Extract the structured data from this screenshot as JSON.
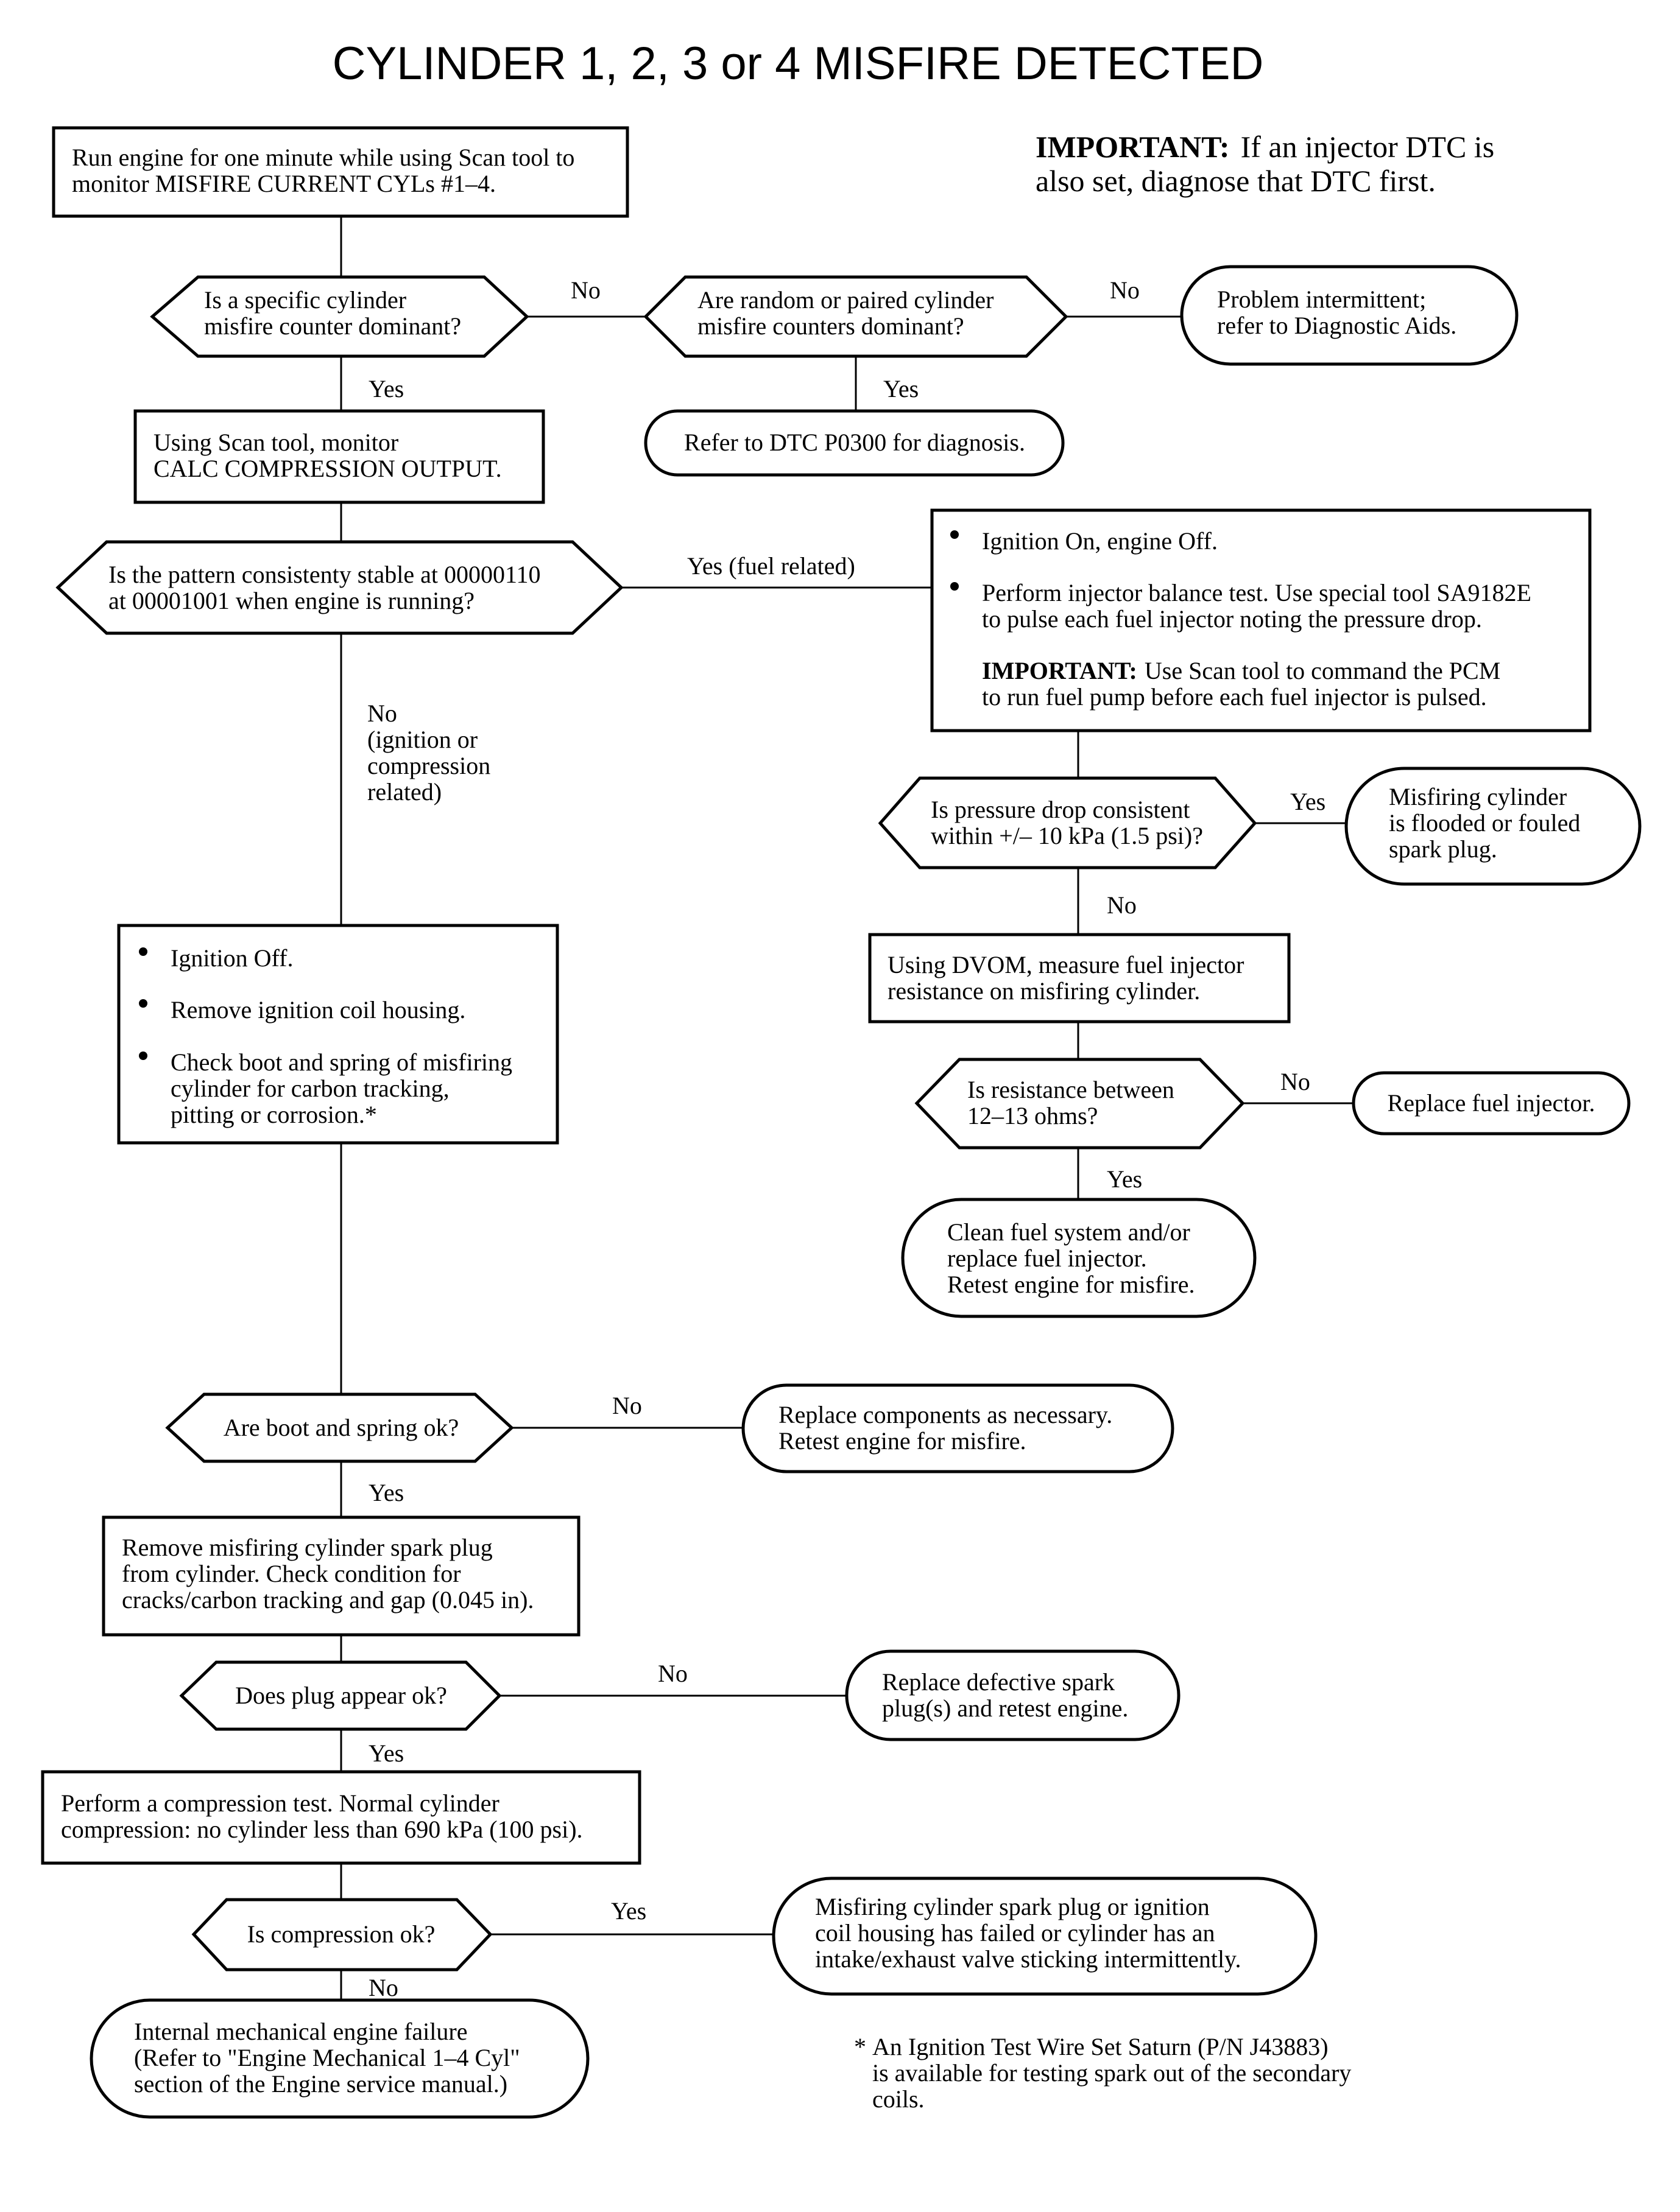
{
  "title": "CYLINDER 1, 2, 3 or 4 MISFIRE DETECTED",
  "important_note": {
    "label": "IMPORTANT:",
    "line1": "If an injector DTC is",
    "line2": "also set, diagnose that DTC first."
  },
  "steps": {
    "run_engine": [
      "Run engine for one minute while using Scan tool to",
      "monitor MISFIRE CURRENT CYLs #1–4."
    ],
    "specific_cylinder": [
      "Is a specific cylinder",
      "misfire counter dominant?"
    ],
    "random_paired": [
      "Are random or paired cylinder",
      "misfire counters dominant?"
    ],
    "intermittent": [
      "Problem intermittent;",
      "refer to Diagnostic Aids."
    ],
    "refer_p0300": [
      "Refer to DTC P0300 for diagnosis."
    ],
    "calc_compression": [
      "Using Scan tool, monitor",
      "CALC COMPRESSION OUTPUT."
    ],
    "pattern_stable": [
      "Is the pattern consistenty stable at 00000110",
      "at 00001001 when engine is running?"
    ],
    "fuel_box": {
      "bullet1": "Ignition On, engine Off.",
      "bullet2": [
        "Perform injector balance test. Use special tool SA9182E",
        "to pulse each fuel injector noting the pressure drop."
      ],
      "important_label": "IMPORTANT:",
      "important_text": [
        "Use Scan tool to command the PCM",
        "to run fuel pump before each fuel injector is pulsed."
      ]
    },
    "pressure_drop": [
      "Is pressure drop consistent",
      "within +/– 10 kPa (1.5 psi)?"
    ],
    "flooded": [
      "Misfiring cylinder",
      "is flooded or fouled",
      "spark plug."
    ],
    "dvom": [
      "Using DVOM, measure fuel injector",
      "resistance on misfiring cylinder."
    ],
    "resistance": [
      "Is resistance between",
      "12–13 ohms?"
    ],
    "replace_injector": [
      "Replace fuel injector."
    ],
    "clean_fuel": [
      "Clean fuel system and/or",
      "replace fuel injector.",
      "Retest engine for misfire."
    ],
    "ignition_box": {
      "bullet1": "Ignition Off.",
      "bullet2": "Remove ignition coil housing.",
      "bullet3": [
        "Check boot and spring of misfiring",
        "cylinder for carbon tracking,",
        "pitting or corrosion.*"
      ]
    },
    "boot_spring": [
      "Are boot and spring ok?"
    ],
    "replace_components": [
      "Replace components as necessary.",
      "Retest engine for misfire."
    ],
    "remove_plug": [
      "Remove misfiring cylinder spark plug",
      "from cylinder. Check condition for",
      "cracks/carbon tracking and gap (0.045 in)."
    ],
    "plug_ok": [
      "Does plug appear ok?"
    ],
    "replace_plug": [
      "Replace defective spark",
      "plug(s) and retest engine."
    ],
    "compression_test": [
      "Perform a compression test. Normal cylinder",
      "compression: no cylinder less than 690 kPa (100 psi)."
    ],
    "compression_ok": [
      "Is compression ok?"
    ],
    "coil_failed": [
      "Misfiring cylinder spark plug or ignition",
      "coil housing has failed or cylinder has an",
      "intake/exhaust valve sticking intermittently."
    ],
    "mechanical": [
      "Internal mechanical engine failure",
      "(Refer to \"Engine Mechanical 1–4 Cyl\"",
      "section of the Engine service manual.)"
    ]
  },
  "labels": {
    "no1": "No",
    "no2": "No",
    "yes1": "Yes",
    "yes2": "Yes",
    "yes_fuel": "Yes (fuel related)",
    "no_ignition": [
      "No",
      "(ignition or",
      "compression",
      "related)"
    ],
    "yes_pressure": "Yes",
    "no_pressure": "No",
    "no_resistance": "No",
    "yes_resistance": "Yes",
    "no_boot": "No",
    "yes_boot": "Yes",
    "no_plug": "No",
    "yes_plug": "Yes",
    "yes_comp": "Yes",
    "no_comp": "No"
  },
  "footnote": {
    "star": "*",
    "lines": [
      "An Ignition Test Wire Set Saturn (P/N J43883)",
      "is available for testing spark out of the secondary",
      "coils."
    ]
  }
}
